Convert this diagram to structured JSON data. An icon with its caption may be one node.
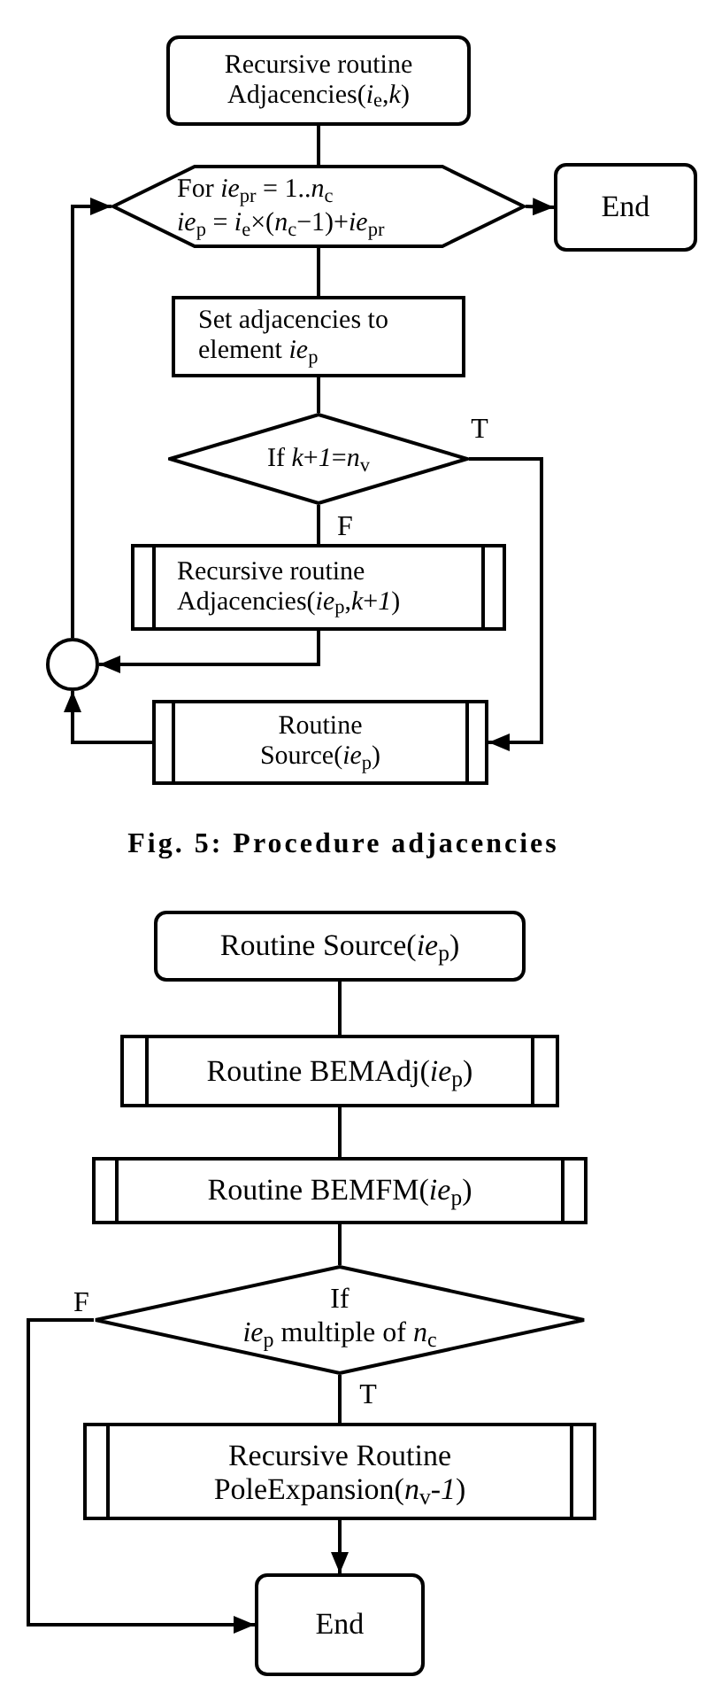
{
  "diagram": {
    "caption": "Fig. 5: Procedure adjacencies",
    "nodes": [
      {
        "text": [
          "Recursive routine Adjacencies(*i*$_{e}$,*k*)"
        ]
      },
      {
        "text": [
          "For *ie*$_{pr}$ = 1..*n*$_{c}$",
          "*ie*$_{p}$ = *i*$_{e}$×(*n*$_{c}$−1)+*ie*$_{pr}$"
        ]
      },
      {
        "text": [
          "End"
        ]
      },
      {
        "text": [
          "Set adjacencies to element *ie*$_{p}$"
        ]
      },
      {
        "text": [
          "If *k*+*1*=*n*$_{v}$"
        ]
      },
      {
        "text": [
          "Recursive routine Adjacencies(*ie*$_{p}$,*k*+*1*)"
        ]
      },
      {
        "text": [],
        "shape": "circle"
      },
      {
        "text": [
          "Routine Source(*ie*$_{p}$)"
        ]
      },
      {
        "text": [
          "Routine Source(*ie*$_{p}$)"
        ]
      },
      {
        "text": [
          "Routine BEMAdj(*ie*$_{p}$)"
        ]
      },
      {
        "text": [
          "Routine BEMFM(*ie*$_{p}$)"
        ]
      },
      {
        "text": [
          "If",
          "*ie*$_{p}$ multiple of *n*$_{c}$"
        ]
      },
      {
        "text": [
          "Recursive Routine PoleExpansion(*n*$_{v}$-*1*)"
        ]
      },
      {
        "text": [
          "End"
        ]
      }
    ],
    "edges": [
      {
        "from": 0,
        "to": 1,
        "arrow": "none"
      },
      {
        "from": 1,
        "to": 2,
        "arrow": "to"
      },
      {
        "from": 1,
        "to": 3,
        "arrow": "none"
      },
      {
        "from": 3,
        "to": 4,
        "arrow": "none"
      },
      {
        "from": 4,
        "to": 7,
        "arrow": "to",
        "label": "T"
      },
      {
        "from": 4,
        "to": 5,
        "arrow": "none",
        "label": "F"
      },
      {
        "from": 5,
        "to": 6,
        "arrow": "to"
      },
      {
        "from": 7,
        "to": 6,
        "arrow": "to"
      },
      {
        "from": 6,
        "to": 1,
        "arrow": "to"
      },
      {
        "from": 8,
        "to": 9,
        "arrow": "none"
      },
      {
        "from": 9,
        "to": 10,
        "arrow": "none"
      },
      {
        "from": 10,
        "to": 11,
        "arrow": "none"
      },
      {
        "from": 11,
        "to": 12,
        "arrow": "none",
        "label": "T"
      },
      {
        "from": 12,
        "to": 13,
        "arrow": "to"
      },
      {
        "from": 11,
        "to": 13,
        "arrow": "to",
        "label": "F"
      }
    ]
  }
}
